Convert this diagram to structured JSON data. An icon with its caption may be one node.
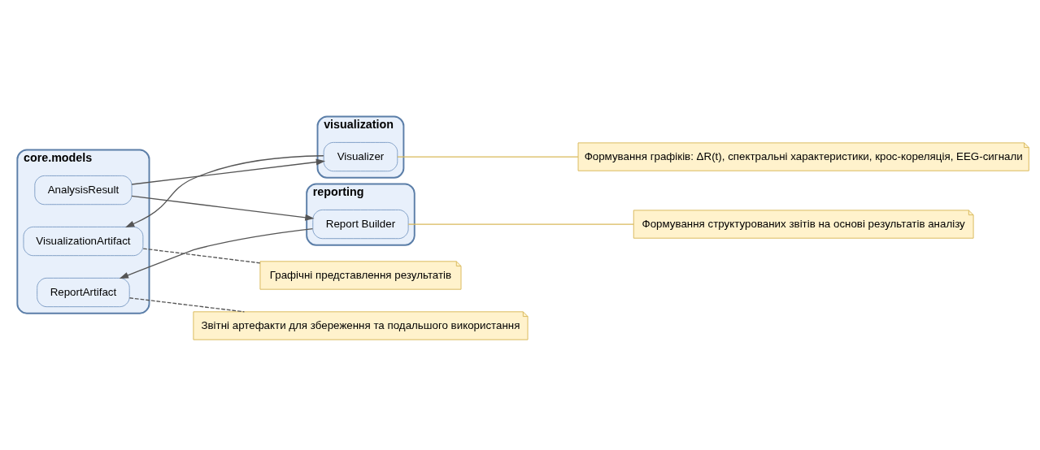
{
  "diagram": {
    "nodes": [
      {
        "text": [
          "core.models"
        ]
      },
      {
        "text": [
          "AnalysisResult"
        ],
        "in": 0
      },
      {
        "text": [
          "VisualizationArtifact"
        ],
        "in": 0
      },
      {
        "text": [
          "ReportArtifact"
        ],
        "in": 0
      },
      {
        "text": [
          "visualization"
        ]
      },
      {
        "text": [
          "Visualizer"
        ],
        "in": 4
      },
      {
        "text": [
          "reporting"
        ]
      },
      {
        "text": [
          "Report Builder"
        ],
        "in": 6
      },
      {
        "text": [
          "Формування графіків: ΔR(t), спектральні характеристики, крос-кореляція, EEG-сигнали"
        ]
      },
      {
        "text": [
          "Формування структурованих звітів на основі результатів аналізу"
        ]
      },
      {
        "text": [
          "Графічні представлення результатів"
        ]
      },
      {
        "text": [
          "Звітні артефакти для збереження та подальшого використання"
        ]
      }
    ],
    "edges": [
      {
        "from": 1,
        "to": 5,
        "arrow": "to"
      },
      {
        "from": 1,
        "to": 7,
        "arrow": "to"
      },
      {
        "from": 5,
        "to": 2,
        "arrow": "to"
      },
      {
        "from": 7,
        "to": 3,
        "arrow": "to"
      },
      {
        "from": 5,
        "to": 8,
        "arrow": "none",
        "color": "#d9b95a"
      },
      {
        "from": 7,
        "to": 9,
        "arrow": "none",
        "color": "#d9b95a"
      },
      {
        "from": 2,
        "to": 10,
        "arrow": "none",
        "style": "dashed"
      },
      {
        "from": 3,
        "to": 11,
        "arrow": "none",
        "style": "dashed"
      }
    ]
  }
}
